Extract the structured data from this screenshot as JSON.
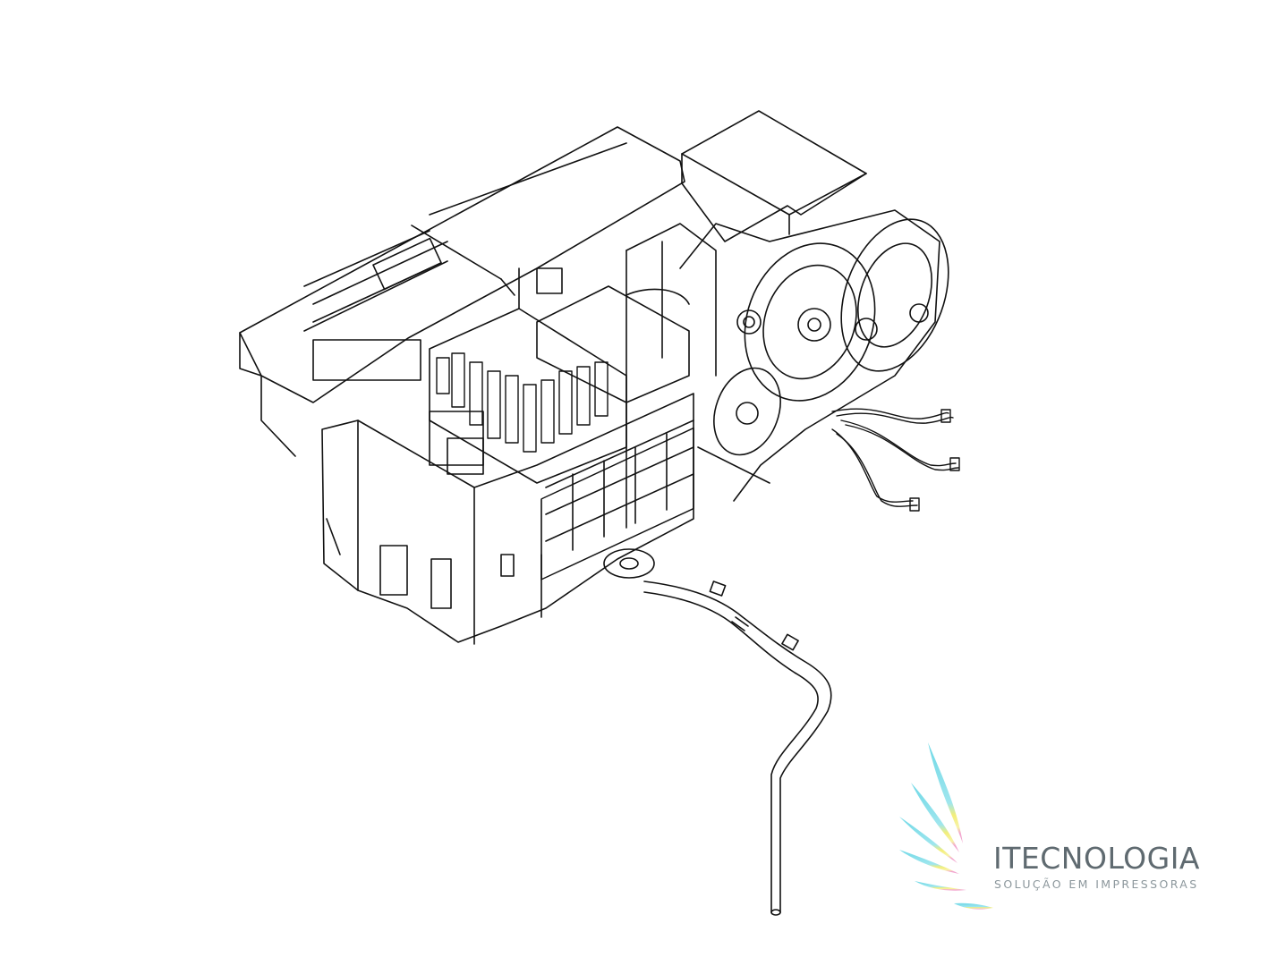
{
  "logo": {
    "name": "ITECNOLOGIA",
    "tagline": "SOLUÇÃO EM IMPRESSORAS",
    "colors": {
      "cyan": "#6fd8e6",
      "yellow": "#f3ee7a",
      "magenta": "#f2a6cf",
      "text": "#5f6a70"
    }
  },
  "drawing": {
    "subject": "printer-mechanism-line-art",
    "line_color": "#111111"
  }
}
